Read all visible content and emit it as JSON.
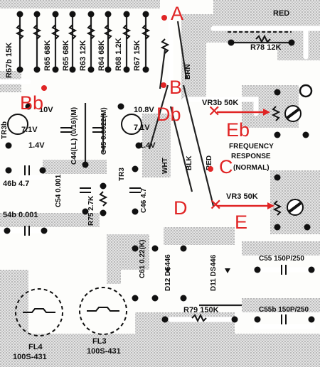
{
  "resistors_top": [
    "R67b 15K",
    "R65 68K",
    "R65 68K",
    "R63 12K",
    "R64 68K",
    "R68 1.2K",
    "R67 15K"
  ],
  "red_label": "RED",
  "r78": "R78 12K",
  "brn": "BRN",
  "wht": "WHT",
  "blk": "BLK",
  "red_wire": "RED",
  "vr3b": "VR3b 50K",
  "vr3": "VR3 50K",
  "freq": [
    "FREQUENCY",
    "RESPONSE",
    "(NORMAL)"
  ],
  "tr3b": "TR3b",
  "tr3": "TR3",
  "v_tr3b_c": "10V",
  "v_tr3b_b": "7.1V",
  "v_tr3b_e": "1.4V",
  "v_tr3_c": "10.8V",
  "v_tr3_b": "7.1V",
  "v_tr3_e": "1.4V",
  "c44": "C44(LL) (0/16)(M)",
  "c45": "C45 0.0022(M)",
  "c46b": "46b 4.7",
  "c54": "C54 0.001",
  "c54b": "54b 0.001",
  "r75": "R75 2.7K",
  "c46": "C46 4.7",
  "c61": "C61 0.22(K)",
  "d12": "D12 DS446",
  "d11": "D11 DS446",
  "r79": "R79 150K",
  "c55": "C55 150P/250",
  "c55b": "C55b 150P/250",
  "fl4": [
    "FL4",
    "100S-431"
  ],
  "fl3": [
    "FL3",
    "100S-431"
  ],
  "markers": {
    "A": "A",
    "B": "B",
    "Bb": "Bb",
    "Db": "Db",
    "Eb": "Eb",
    "C": "C",
    "D": "D",
    "E": "E"
  },
  "colors": {
    "annotation": "#e02525",
    "copper": "#cfcfcf",
    "ink": "#111111"
  }
}
